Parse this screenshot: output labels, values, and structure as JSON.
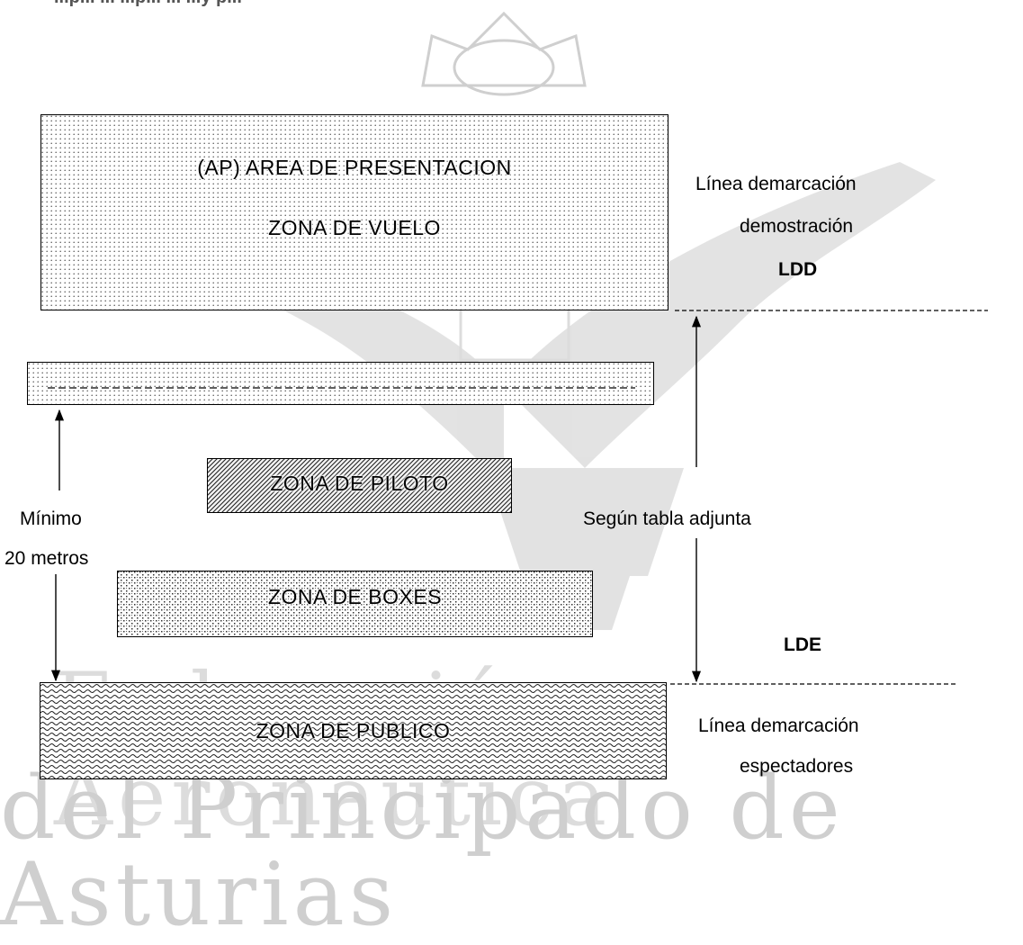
{
  "header": {
    "partial_text": "...p... ... ...p... ... ...y p..."
  },
  "zones": {
    "presentacion": {
      "line1": "(AP) AREA DE PRESENTACION",
      "line2": "ZONA DE VUELO"
    },
    "piloto": "ZONA DE PILOTO",
    "boxes": "ZONA DE BOXES",
    "publico": "ZONA DE PUBLICO"
  },
  "labels": {
    "ldd_line1": "Línea demarcación",
    "ldd_line2": "demostración",
    "ldd_abbr": "LDD",
    "lde_abbr": "LDE",
    "lde_line1": "Línea demarcación",
    "lde_line2": "espectadores",
    "minimo_line1": "Mínimo",
    "minimo_line2": "20 metros",
    "segun_tabla": "Según tabla adjunta"
  },
  "watermark": {
    "line1": "Federación Aeronáutica",
    "line2": "del Principado de Asturias"
  },
  "colors": {
    "stroke": "#000000",
    "watermark": "#d2d2d2"
  }
}
